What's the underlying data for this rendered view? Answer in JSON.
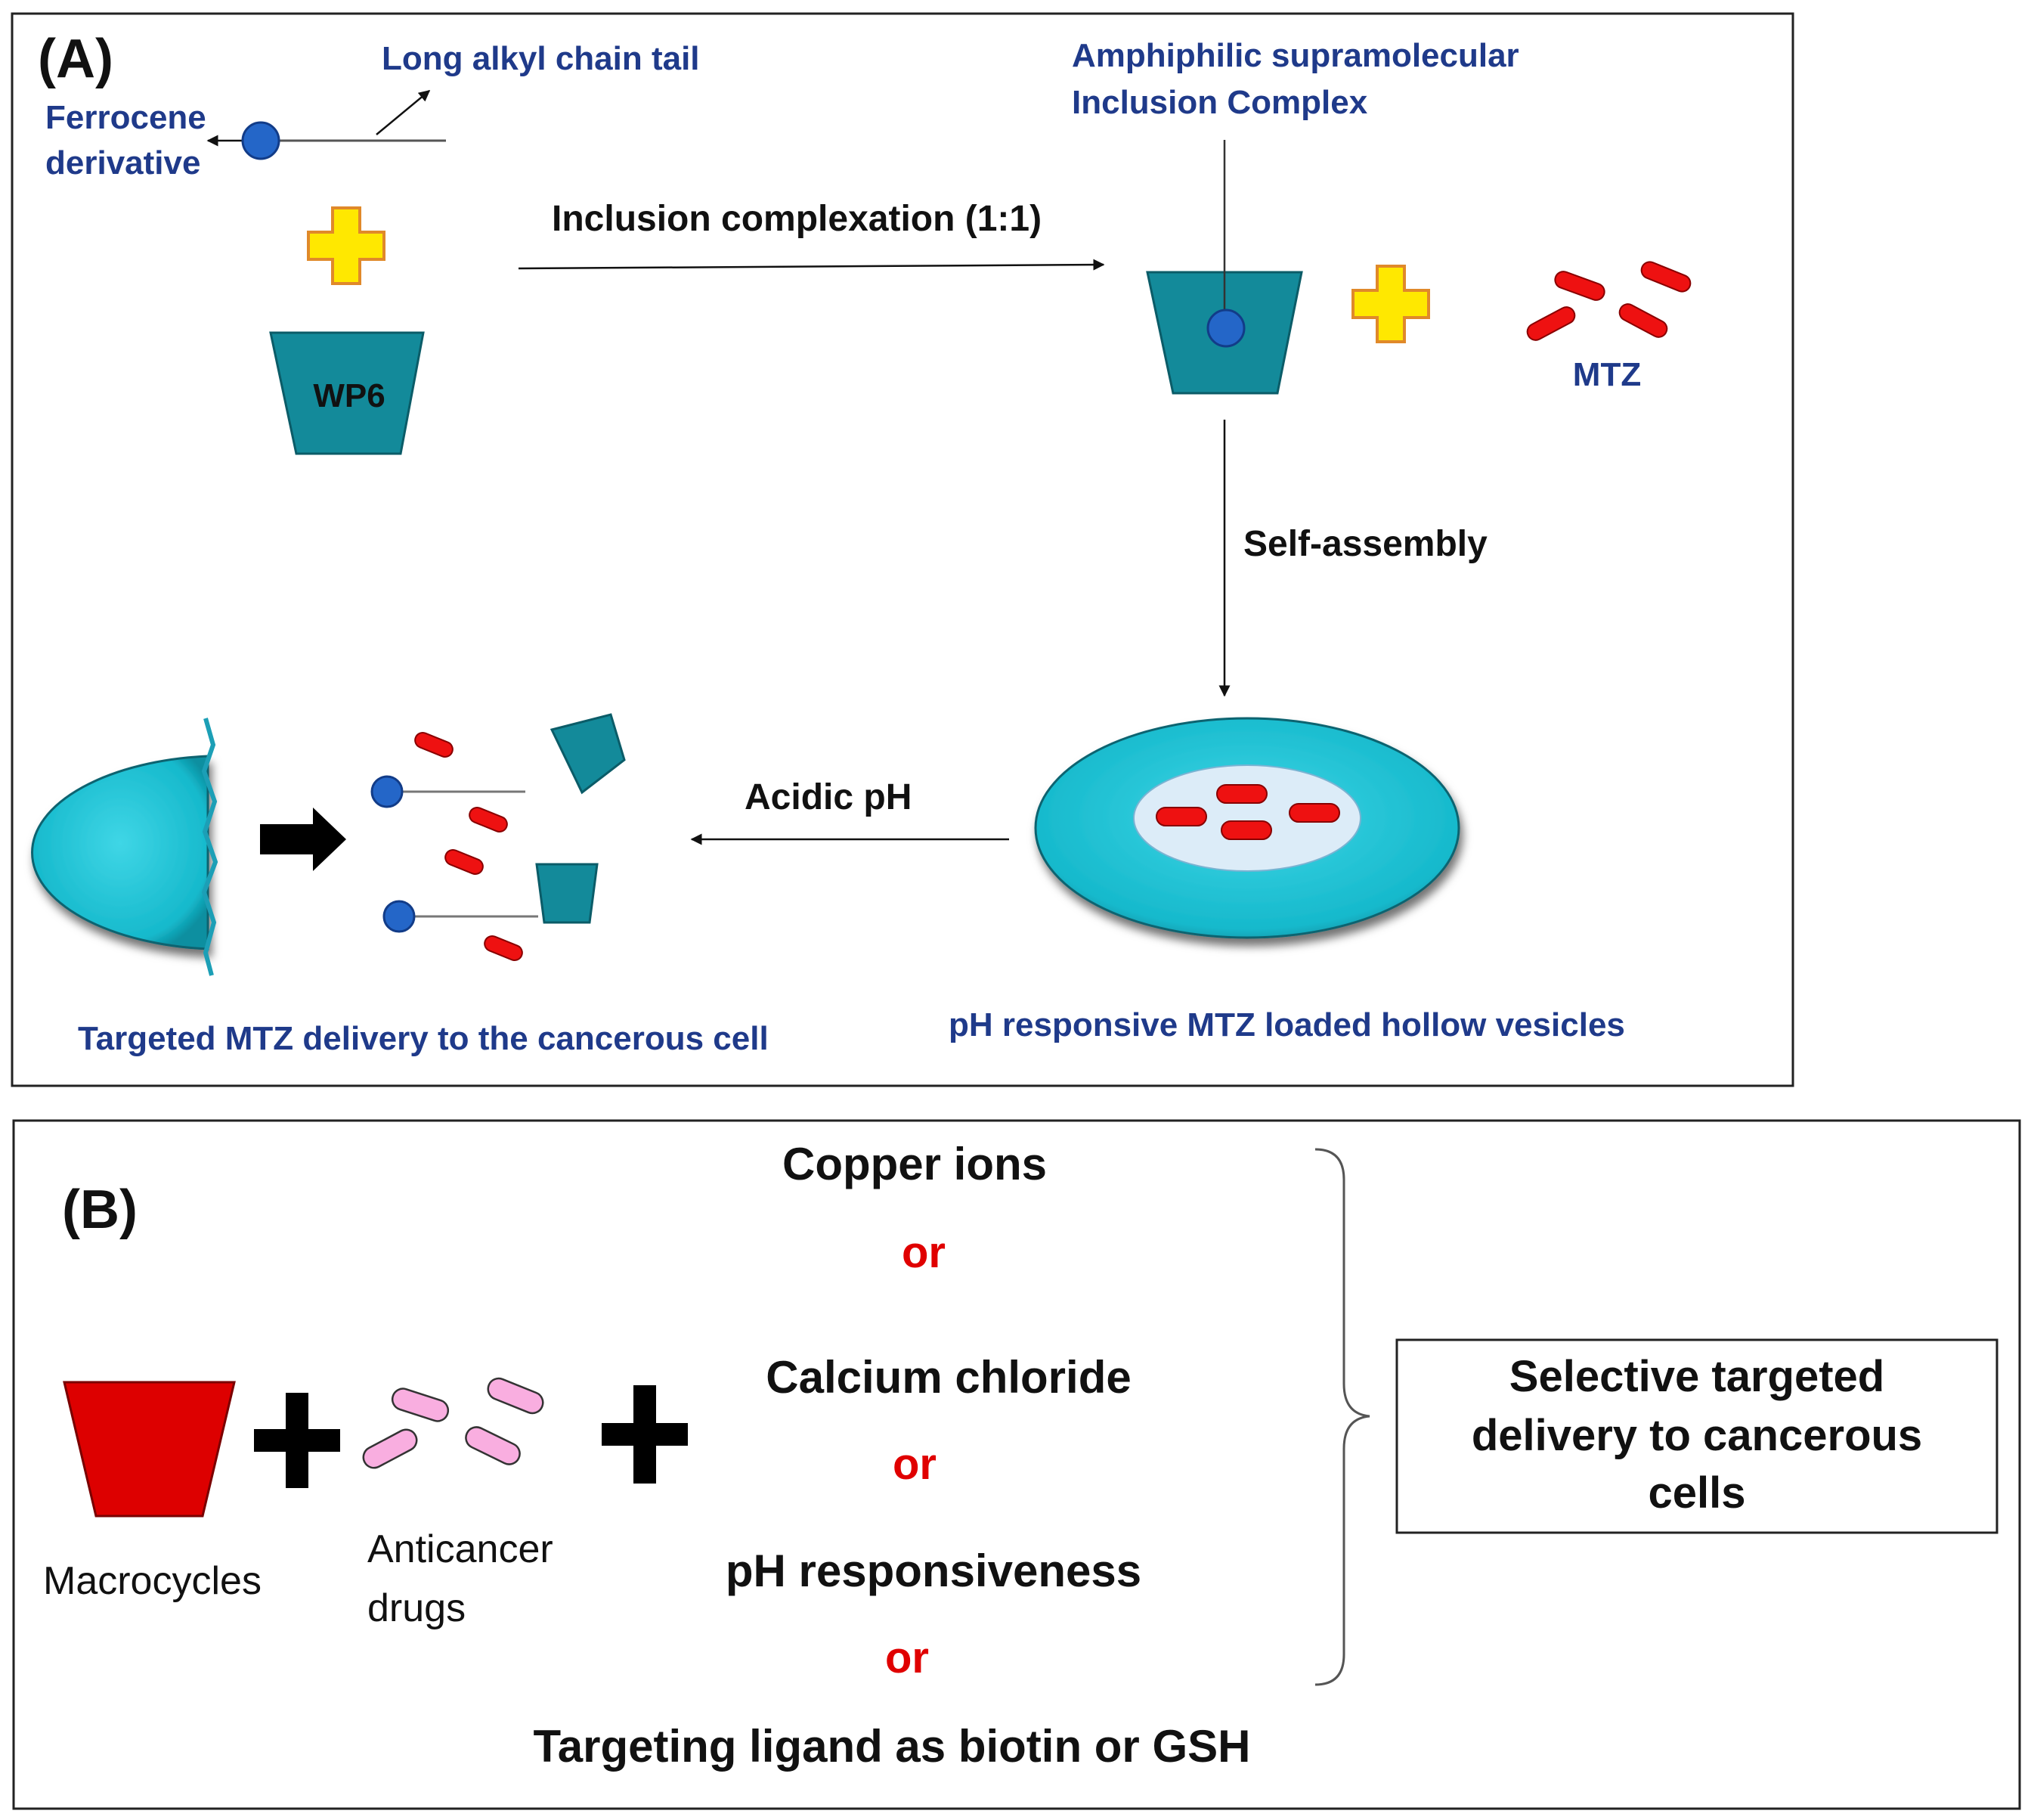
{
  "panel_a": {
    "label": "(A)",
    "ferrocene_label_1": "Ferrocene",
    "ferrocene_label_2": "derivative",
    "tail_label": "Long alkyl chain tail",
    "wp6_label": "WP6",
    "inclusion_arrow_label": "Inclusion complexation (1:1)",
    "complex_label_1": "Amphiphilic supramolecular",
    "complex_label_2": "Inclusion Complex",
    "mtz_label": "MTZ",
    "self_assembly_label": "Self-assembly",
    "acidic_ph_label": "Acidic pH",
    "vesicle_caption": "pH responsive MTZ loaded hollow vesicles",
    "delivery_caption": "Targeted MTZ delivery to the cancerous cell"
  },
  "panel_b": {
    "label": "(B)",
    "macrocycles_label": "Macrocycles",
    "drugs_label_1": "Anticancer",
    "drugs_label_2": "drugs",
    "option_1": "Copper ions",
    "or_1": "or",
    "option_2": "Calcium chloride",
    "or_2": "or",
    "option_3": "pH responsiveness",
    "or_3": "or",
    "option_4": "Targeting ligand as biotin or GSH",
    "result_line_1": "Selective targeted",
    "result_line_2": "delivery to cancerous",
    "result_line_3": "cells"
  },
  "colors": {
    "teal": "#138a9a",
    "cyan": "#15bcd0",
    "ferrocene_blue": "#2466c8",
    "drug_red": "#ee1111",
    "plus_yellow": "#ffe800",
    "macrocycle_red": "#dd0000",
    "drug_pink": "#f9aee0"
  }
}
